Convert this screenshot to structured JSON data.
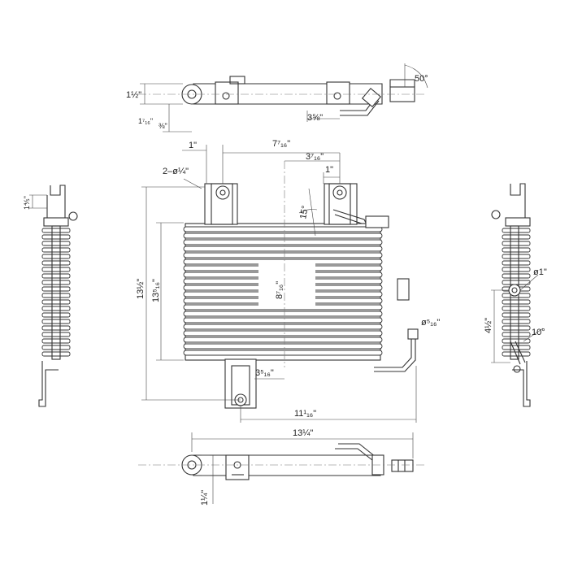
{
  "dimensions": {
    "top_view": {
      "height": "1½\"",
      "offset_a": "1⁷₁₆\"",
      "offset_b": "⅜\"",
      "inlet_offset": "3⅝\"",
      "angle": "50°"
    },
    "front_view": {
      "hole_spacing_left": "1\"",
      "overall_span": "7⁷₁₆\"",
      "inner_span": "3⁷₁₆\"",
      "hole_spacing_right": "1\"",
      "mount_holes": "2–ø¼\"",
      "height_outer": "13½\"",
      "height_inner": "13⁵₁₆\"",
      "center_height": "8⁷₁₆\"",
      "tube_angle": "15°",
      "bottom_offset": "3⁵₁₆\"",
      "bottom_span": "11¹₁₆\"",
      "fitting_dia": "ø⁵₁₆\""
    },
    "left_view": {
      "top_offset": "1⅘\""
    },
    "right_view": {
      "port_dia": "ø1\"",
      "port_height": "4½\"",
      "angle": "10°"
    },
    "bottom_view": {
      "width": "13¼\"",
      "height": "1¼\""
    }
  }
}
